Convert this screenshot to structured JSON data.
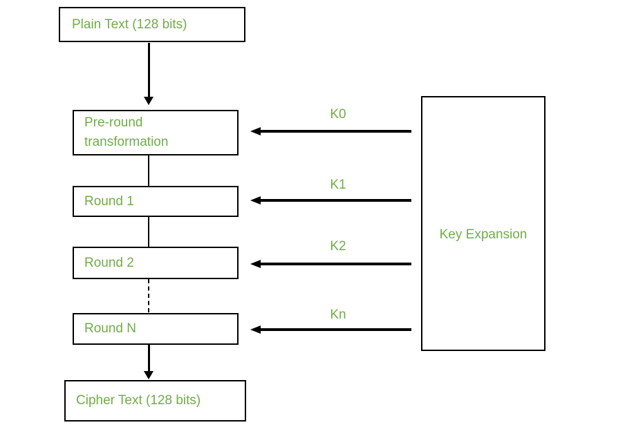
{
  "diagram": {
    "nodes": {
      "plain_text": {
        "label": "Plain Text (128 bits)"
      },
      "pre_round": {
        "label": "Pre-round transformation"
      },
      "round_1": {
        "label": "Round 1"
      },
      "round_2": {
        "label": "Round 2"
      },
      "round_n": {
        "label": "Round N"
      },
      "cipher_text": {
        "label": "Cipher Text (128 bits)"
      },
      "key_expansion": {
        "label": "Key Expansion"
      }
    },
    "key_arrows": [
      {
        "label": "K0",
        "target": "pre_round"
      },
      {
        "label": "K1",
        "target": "round_1"
      },
      {
        "label": "K2",
        "target": "round_2"
      },
      {
        "label": "Kn",
        "target": "round_n"
      }
    ],
    "colors": {
      "label_green": "#70AD47",
      "line_black": "#000000",
      "background": "#FFFFFF"
    }
  }
}
